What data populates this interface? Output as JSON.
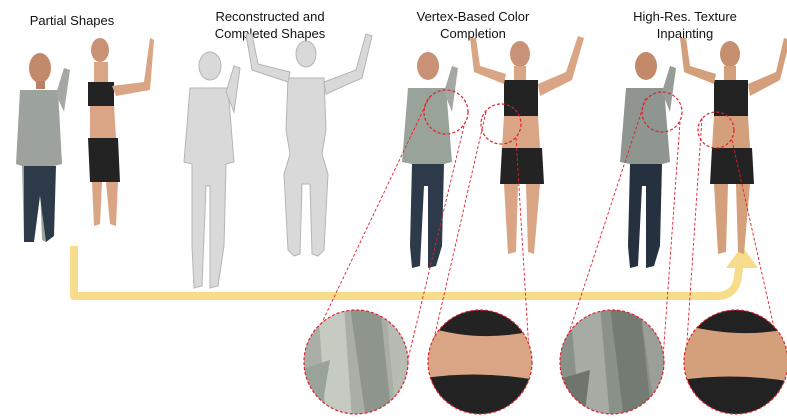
{
  "stages": {
    "partial": {
      "title": "Partial Shapes"
    },
    "reconstructed": {
      "title_line1": "Reconstructed and",
      "title_line2": "Completed  Shapes"
    },
    "vertex": {
      "title_line1": "Vertex-Based Color",
      "title_line2": "Completion"
    },
    "texture": {
      "title_line1": "High-Res. Texture",
      "title_line2": "Inpainting"
    }
  },
  "colors": {
    "arrow": "#f7dc8c",
    "zoom_outline": "#e0202a",
    "mesh_gray": "#d9d9d9",
    "skin": "#d9a584",
    "jacket": "#9aa39a",
    "jeans": "#2d3a4a",
    "top_black": "#232323"
  },
  "icons": [
    "flow-arrow-icon"
  ]
}
